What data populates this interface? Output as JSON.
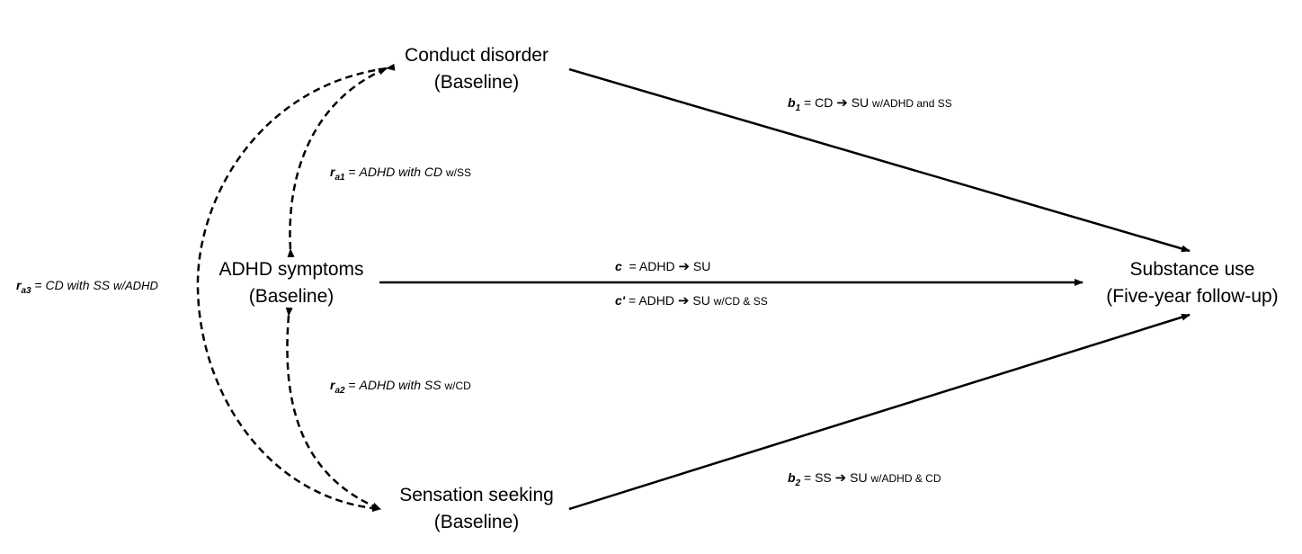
{
  "nodes": {
    "cd": {
      "line1": "Conduct disorder",
      "line2": "(Baseline)"
    },
    "adhd": {
      "line1": "ADHD symptoms",
      "line2": "(Baseline)"
    },
    "ss": {
      "line1": "Sensation seeking",
      "line2": "(Baseline)"
    },
    "su": {
      "line1": "Substance use",
      "line2": "(Five-year follow-up)"
    }
  },
  "labels": {
    "b1": {
      "sym": "b",
      "sub": "1",
      "lhs": "CD",
      "arrow": "➔",
      "rhs": "SU",
      "cond": "w/ADHD and SS"
    },
    "b2": {
      "sym": "b",
      "sub": "2",
      "lhs": "SS",
      "arrow": "➔",
      "rhs": "SU",
      "cond": "w/ADHD & CD"
    },
    "c": {
      "sym": "c",
      "lhs": "ADHD",
      "arrow": "➔",
      "rhs": "SU"
    },
    "cprime": {
      "sym": "c'",
      "lhs": "ADHD",
      "arrow": "➔",
      "rhs": "SU",
      "cond": "w/CD & SS"
    },
    "ra1": {
      "sym": "r",
      "sub": "a1",
      "text": "ADHD with CD",
      "cond": "w/SS"
    },
    "ra2": {
      "sym": "r",
      "sub": "a2",
      "text": "ADHD with SS",
      "cond": "w/CD"
    },
    "ra3": {
      "sym": "r",
      "sub": "a3",
      "text": "CD with SS",
      "cond": "w/ADHD"
    }
  },
  "eq": "="
}
